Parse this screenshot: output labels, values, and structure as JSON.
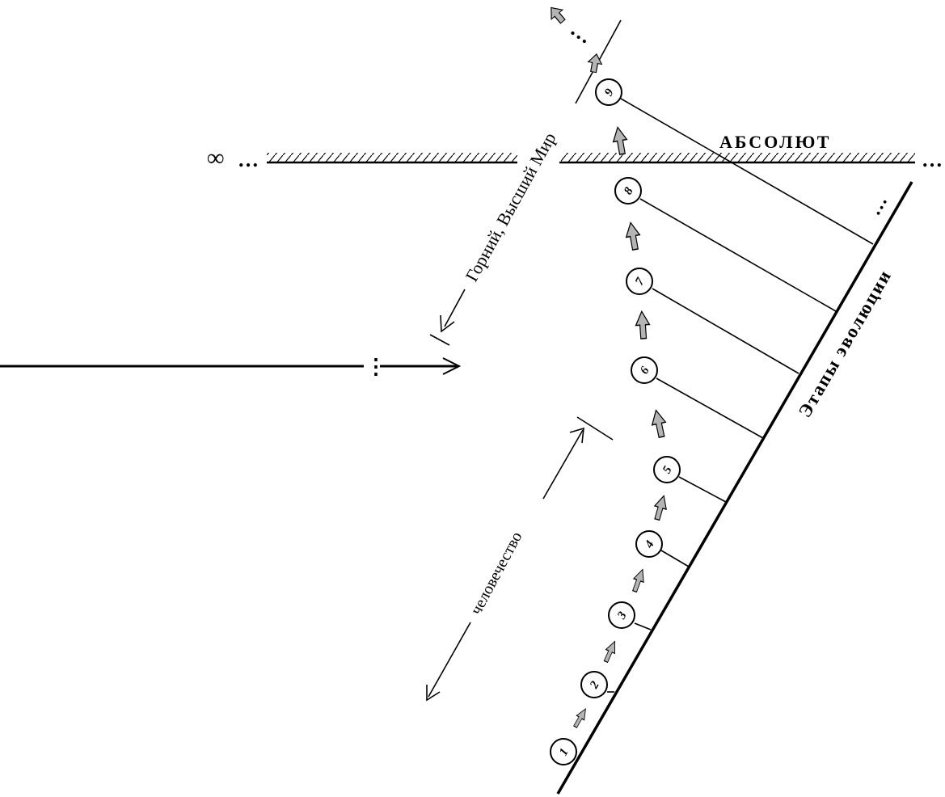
{
  "labels": {
    "absolute": "АБСОЛЮТ",
    "infinity": "∞",
    "dots_left": "…",
    "dots_right": "…",
    "dots_top": "…",
    "dots_evolution": "…",
    "dots_horizontal": "⋮",
    "higher_world": "Горний, Высший Мир",
    "humanity": "человечество",
    "evolution_stages": "Этапы эволюции"
  },
  "stages": [
    "1",
    "2",
    "3",
    "4",
    "5",
    "6",
    "7",
    "8",
    "9"
  ],
  "colors": {
    "ink": "#000000",
    "arrow_fill": "#b4b4b4",
    "background": "#ffffff"
  }
}
